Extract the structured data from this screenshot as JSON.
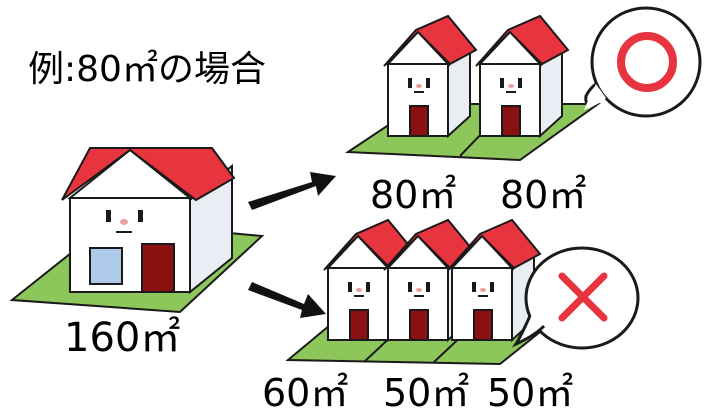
{
  "title": "例:80㎡の場合",
  "original_house": {
    "area": "160㎡"
  },
  "split_ok": {
    "areas": [
      "80㎡",
      "80㎡"
    ],
    "mark": "circle-mark-icon"
  },
  "split_ng": {
    "areas": [
      "60㎡",
      "50㎡",
      "50㎡"
    ],
    "mark": "cross-mark-icon"
  },
  "colors": {
    "roof": "#E8343F",
    "lawn": "#8DC65A",
    "door": "#8B1010",
    "window": "#AFCBEA",
    "ok": "#E8343F",
    "ng": "#E8343F",
    "outline": "#1a1a1a"
  }
}
